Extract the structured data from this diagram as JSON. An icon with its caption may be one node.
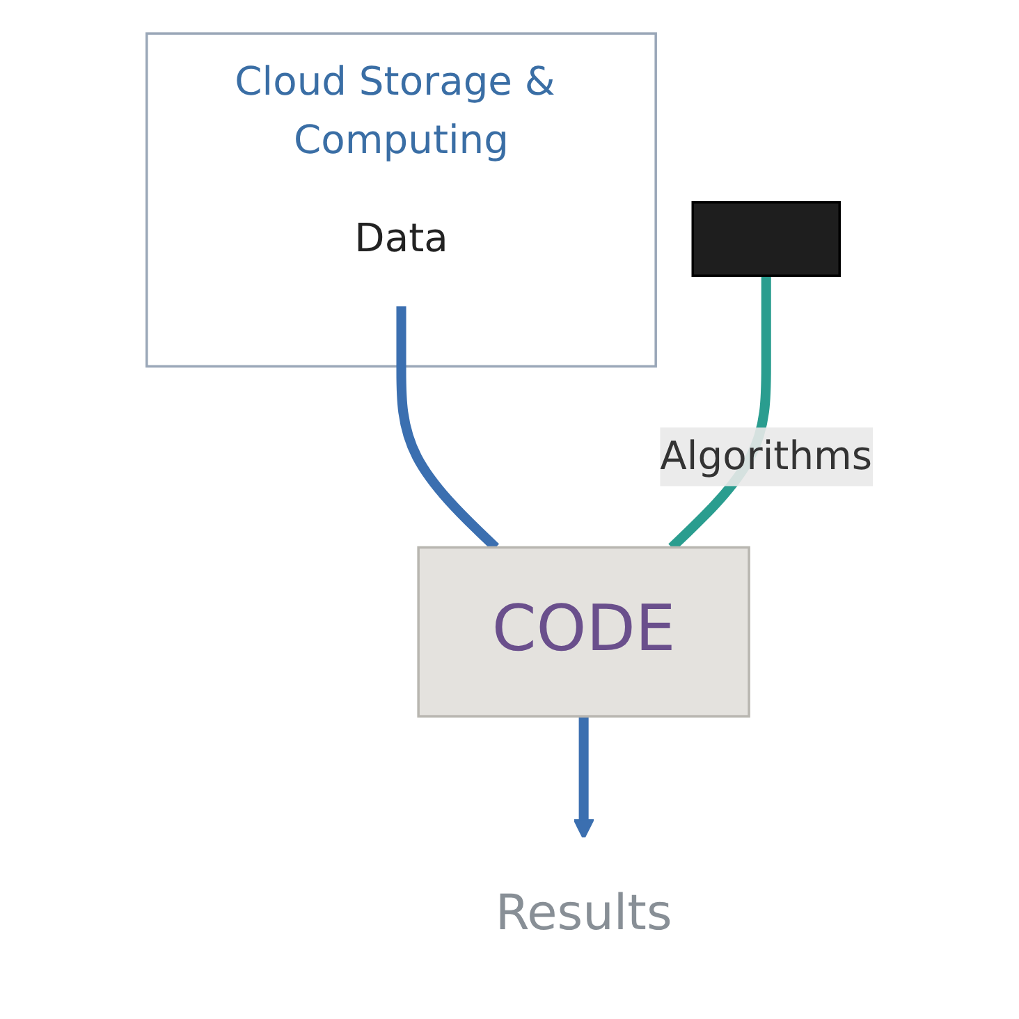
{
  "diagram": {
    "nodes": [
      {
        "text": [
          "Cloud Storage & Computing"
        ]
      },
      {
        "text": [
          "Data"
        ],
        "in": 0
      },
      {
        "text": [
          "CODE"
        ]
      },
      {
        "text": [],
        "shape": "box"
      },
      {
        "text": [
          "Results"
        ]
      }
    ],
    "edges": [
      {
        "from": 1,
        "to": 2,
        "arrow": "none"
      },
      {
        "from": 3,
        "to": 2,
        "arrow": "none",
        "label": "Algorithms",
        "color": "#2a9d8f"
      },
      {
        "from": 2,
        "to": 4,
        "arrow": "to"
      }
    ]
  }
}
